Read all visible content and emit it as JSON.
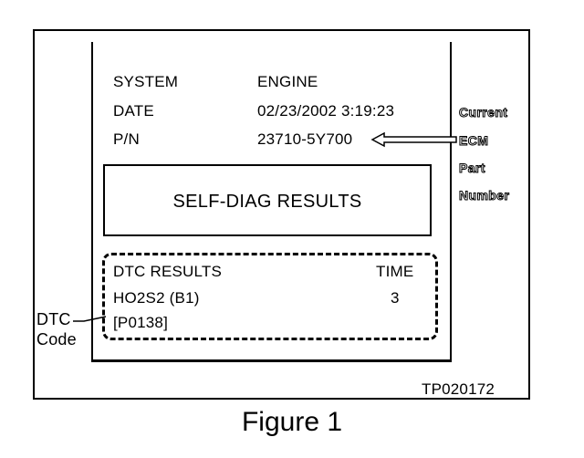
{
  "screen": {
    "system_label": "SYSTEM",
    "system_value": "ENGINE",
    "date_label": "DATE",
    "date_value": "02/23/2002 3:19:23",
    "pn_label": "P/N",
    "pn_value": "23710-5Y700"
  },
  "results_box": {
    "title": "SELF-DIAG RESULTS"
  },
  "dtc_box": {
    "header": "DTC RESULTS",
    "time_header": "TIME",
    "row_name": "HO2S2 (B1)",
    "row_time": "3",
    "row_code": "[P0138]"
  },
  "callouts": {
    "ecm_part_number": [
      "Current",
      "ECM",
      "Part",
      "Number"
    ],
    "dtc_code": [
      "DTC",
      "Code"
    ]
  },
  "figure_id": "TP020172",
  "caption": "Figure 1"
}
